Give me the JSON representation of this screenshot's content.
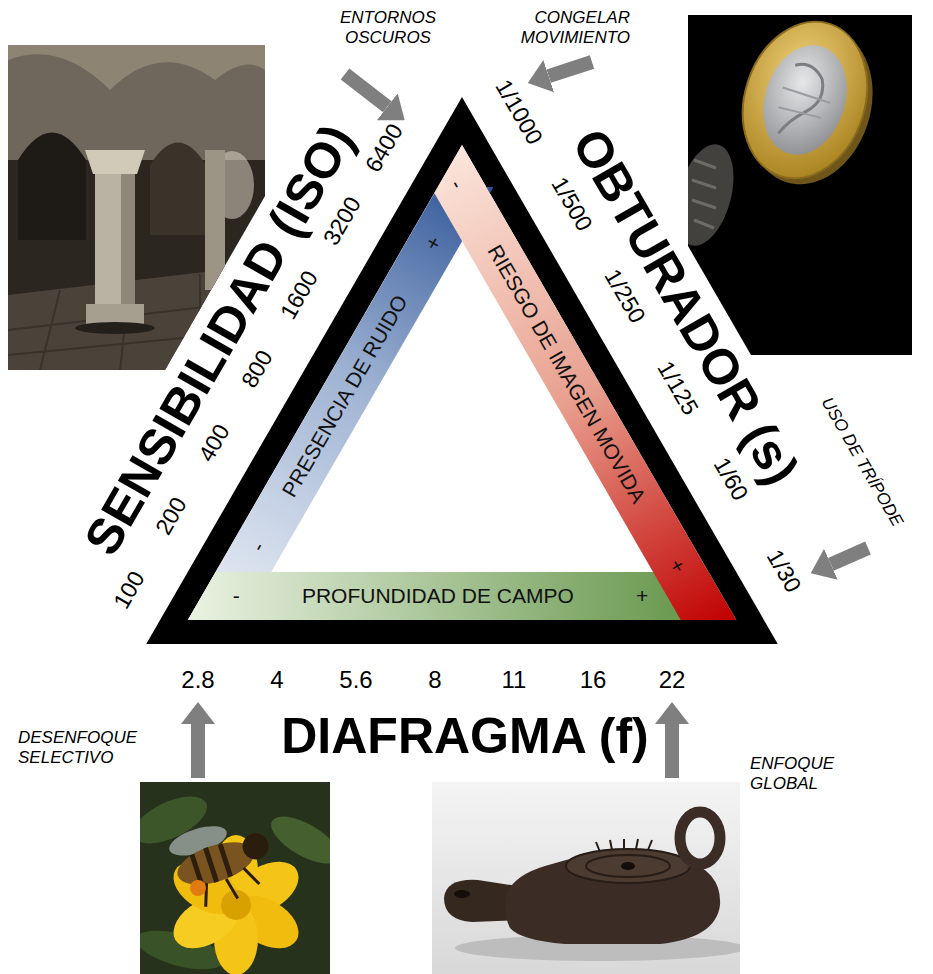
{
  "diagram": {
    "nodes": [
      {
        "text": [
          "-",
          "PRESENCIA DE RUIDO",
          "+"
        ]
      },
      {
        "text": [
          "-",
          "RIESGO DE IMAGEN MOVIDA",
          "+"
        ]
      },
      {
        "text": [
          "-",
          "PROFUNDIDAD DE CAMPO",
          "+"
        ]
      }
    ],
    "labels": [
      "ENTORNOS OSCUROS",
      "CONGELAR MOVIMIENTO",
      "SENSIBILIDAD (ISO)",
      "100",
      "200",
      "400",
      "800",
      "1600",
      "3200",
      "6400",
      "OBTURADOR (s)",
      "1/1000",
      "1/500",
      "1/250",
      "1/125",
      "1/60",
      "1/30",
      "USO DE TRÍPODE",
      "2.8",
      "4",
      "5.6",
      "8",
      "11",
      "16",
      "22",
      "DIAFRAGMA (f)",
      "DESENFOQUE SELECTIVO",
      "ENFOQUE GLOBAL"
    ]
  }
}
